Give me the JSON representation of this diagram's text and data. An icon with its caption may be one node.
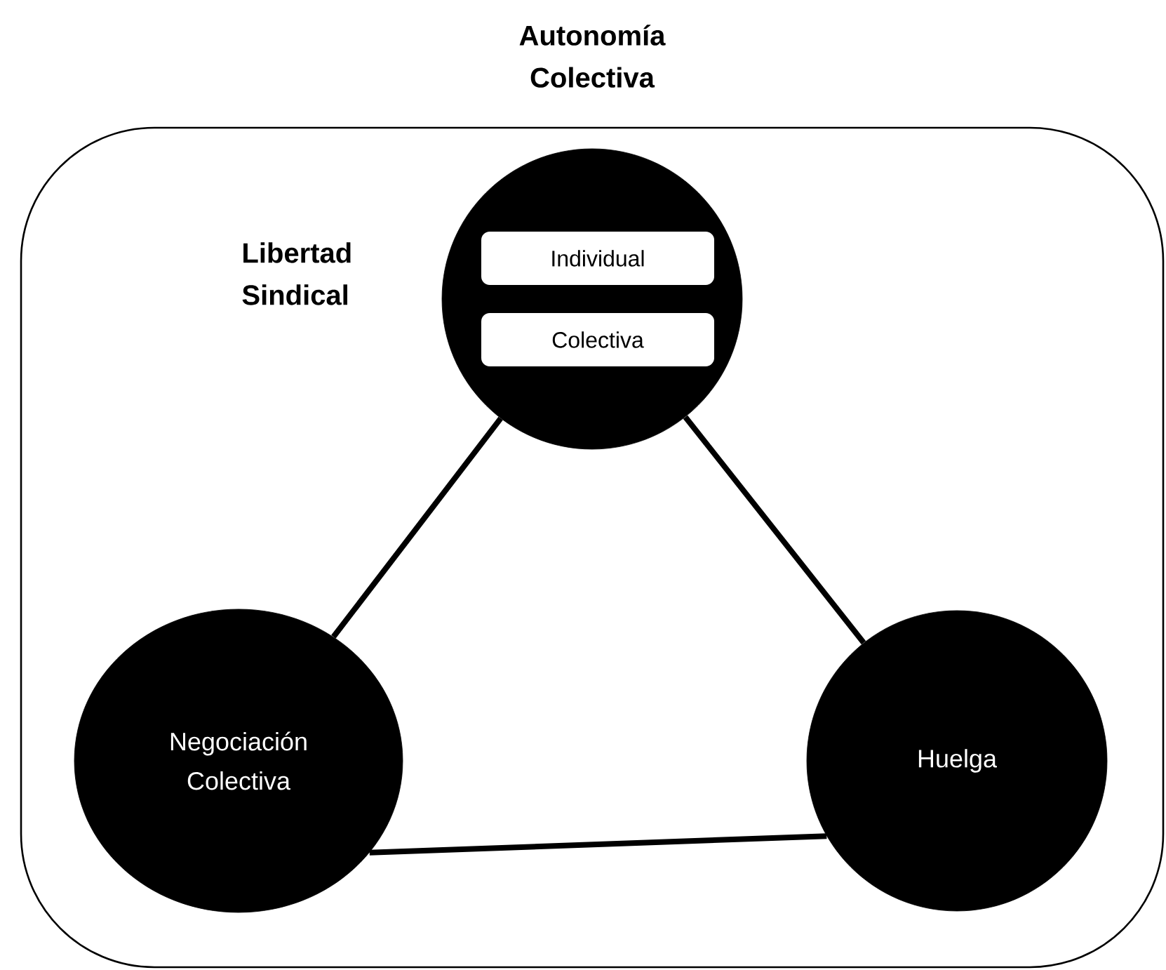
{
  "diagram": {
    "nodes": [
      {
        "text": [
          "Autonomía Colectiva"
        ]
      },
      {
        "text": [],
        "shape": "circle",
        "beside": [
          "Libertad Sindical"
        ],
        "in": 0
      },
      {
        "text": [
          "Individual"
        ],
        "in": 1
      },
      {
        "text": [
          "Colectiva"
        ],
        "in": 1
      },
      {
        "text": [
          "Negociación Colectiva"
        ],
        "in": 0
      },
      {
        "text": [
          "Huelga"
        ],
        "in": 0
      }
    ],
    "edges": [
      {
        "from": 1,
        "to": 4,
        "arrow": "none"
      },
      {
        "from": 1,
        "to": 5,
        "arrow": "none"
      },
      {
        "from": 4,
        "to": 5,
        "arrow": "none"
      }
    ]
  }
}
